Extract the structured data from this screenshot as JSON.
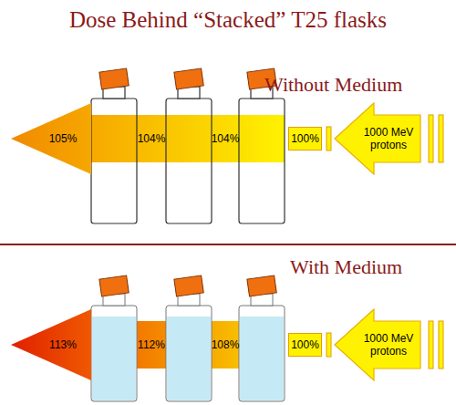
{
  "diagram": {
    "title": "Dose Behind “Stacked” T25 flasks",
    "nodes": [
      {
        "text": [
          "105%"
        ]
      },
      {
        "text": [
          "100%"
        ]
      },
      {
        "text": [
          "1000 MeV protons"
        ]
      },
      {
        "text": [
          "113%"
        ]
      },
      {
        "text": [
          "100%"
        ]
      },
      {
        "text": [
          "1000 MeV protons"
        ]
      }
    ],
    "labels": [
      "Without Medium",
      "104%",
      "104%",
      "With Medium",
      "112%",
      "108%"
    ]
  }
}
